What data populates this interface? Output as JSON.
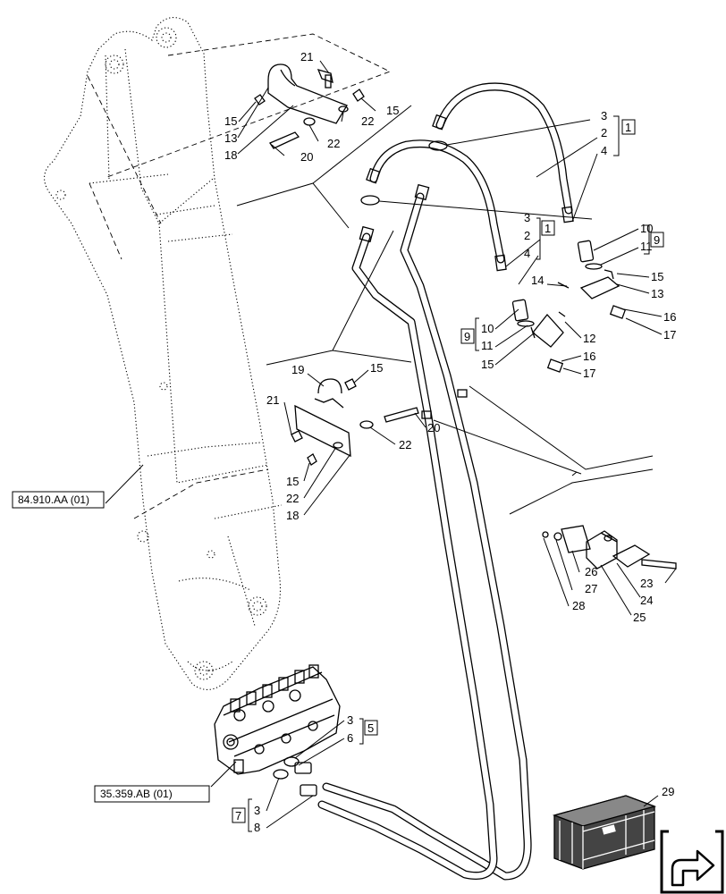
{
  "references": {
    "arm": "84.910.AA (01)",
    "valve": "35.359.AB (01)"
  },
  "kits": {
    "kit1_top": "1",
    "kit1_mid": "1",
    "kit9_right": "9",
    "kit9_left": "9",
    "kit5": "5",
    "kit7": "7"
  },
  "callouts": {
    "c21_top": "21",
    "c15_tl": "15",
    "c13_top": "13",
    "c18_top": "18",
    "c20_top": "20",
    "c22_top1": "22",
    "c22_top2": "22",
    "c15_top2": "15",
    "c3_a": "3",
    "c2_a": "2",
    "c4_a": "4",
    "c3_b": "3",
    "c2_b": "2",
    "c4_b": "4",
    "c10_r": "10",
    "c11_r": "11",
    "c15_r": "15",
    "c13_r": "13",
    "c14_r": "14",
    "c16_r1": "16",
    "c17_r1": "17",
    "c12_r": "12",
    "c16_r2": "16",
    "c17_r2": "17",
    "c10_l": "10",
    "c11_l": "11",
    "c15_l": "15",
    "c19_m": "19",
    "c15_m": "15",
    "c21_m": "21",
    "c20_m": "20",
    "c22_m1": "22",
    "c15_m2": "15",
    "c22_m2": "22",
    "c18_m": "18",
    "c26": "26",
    "c27": "27",
    "c28": "28",
    "c23": "23",
    "c24": "24",
    "c25": "25",
    "c3_v1": "3",
    "c6_v": "6",
    "c3_v2": "3",
    "c8_v": "8",
    "c29": "29"
  },
  "icons": {
    "nav": "arrow-bracket-icon",
    "crate": "crate-icon"
  }
}
